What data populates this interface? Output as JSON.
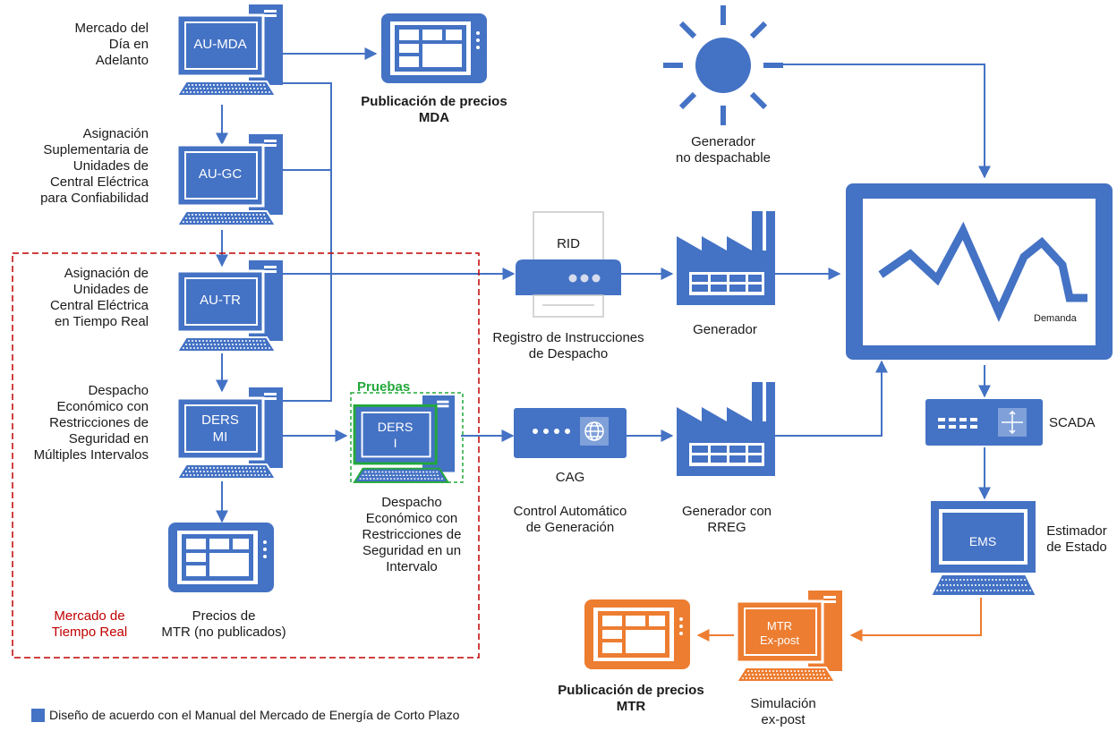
{
  "colors": {
    "blue": "#4472c4",
    "orange": "#ed7d31",
    "green": "#22a83a",
    "red": "#c00000"
  },
  "left_labels": {
    "mda": [
      "Mercado del",
      "Día en",
      "Adelanto"
    ],
    "gc": [
      "Asignación",
      "Suplementaria de",
      "Unidades de",
      "Central Eléctrica",
      "para Confiabilidad"
    ],
    "tr": [
      "Asignación de",
      "Unidades de",
      "Central Eléctrica",
      "en Tiempo Real"
    ],
    "dersmi": [
      "Despacho",
      "Económico con",
      "Restricciones de",
      "Seguridad en",
      "Múltiples Intervalos"
    ]
  },
  "screens": {
    "au_mda": "AU-MDA",
    "au_gc": "AU-GC",
    "au_tr": "AU-TR",
    "ders_mi": [
      "DERS",
      "MI"
    ],
    "ders_i": [
      "DERS",
      "I"
    ],
    "ems": "EMS",
    "mtr_expost": [
      "MTR",
      "Ex-post"
    ]
  },
  "labels": {
    "pub_mda": [
      "Publicación de precios",
      "MDA"
    ],
    "gen_no_desp": [
      "Generador",
      "no despachable"
    ],
    "rid": "RID",
    "registro": [
      "Registro de Instrucciones",
      "de Despacho"
    ],
    "generador": "Generador",
    "demanda": "Demanda",
    "pruebas": "Pruebas",
    "cag": "CAG",
    "cag_desc": [
      "Control Automático",
      "de Generación"
    ],
    "gen_rreg": [
      "Generador con",
      "RREG"
    ],
    "scada": "SCADA",
    "estimador": [
      "Estimador",
      "de Estado"
    ],
    "ders_i_desc": [
      "Despacho",
      "Económico con",
      "Restricciones de",
      "Seguridad en un",
      "Intervalo"
    ],
    "precios_mtr": [
      "Precios de",
      "MTR (no publicados)"
    ],
    "mercado_tr": [
      "Mercado de",
      "Tiempo Real"
    ],
    "pub_mtr": [
      "Publicación de precios",
      "MTR"
    ],
    "simulacion": [
      "Simulación",
      "ex-post"
    ],
    "legend": "Diseño de acuerdo con el Manual del Mercado de Energía de Corto Plazo"
  }
}
